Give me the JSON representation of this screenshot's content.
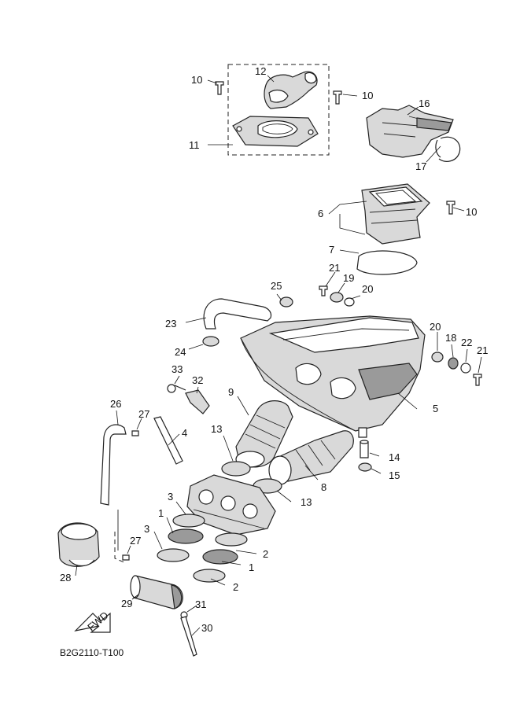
{
  "diagram": {
    "drawing_code": "B2G2110-T100",
    "fwd_label": "FWD",
    "callouts": {
      "c1a": "1",
      "c1b": "1",
      "c2a": "2",
      "c2b": "2",
      "c3a": "3",
      "c3b": "3",
      "c4": "4",
      "c5": "5",
      "c6": "6",
      "c7": "7",
      "c8": "8",
      "c9": "9",
      "c10a": "10",
      "c10b": "10",
      "c10c": "10",
      "c11": "11",
      "c12": "12",
      "c13a": "13",
      "c13b": "13",
      "c14": "14",
      "c15": "15",
      "c16": "16",
      "c17": "17",
      "c18": "18",
      "c19": "19",
      "c20a": "20",
      "c20b": "20",
      "c21a": "21",
      "c21b": "21",
      "c22": "22",
      "c23": "23",
      "c24": "24",
      "c25": "25",
      "c26": "26",
      "c27a": "27",
      "c27b": "27",
      "c28": "28",
      "c29": "29",
      "c30": "30",
      "c31": "31",
      "c32": "32",
      "c33": "33"
    }
  }
}
